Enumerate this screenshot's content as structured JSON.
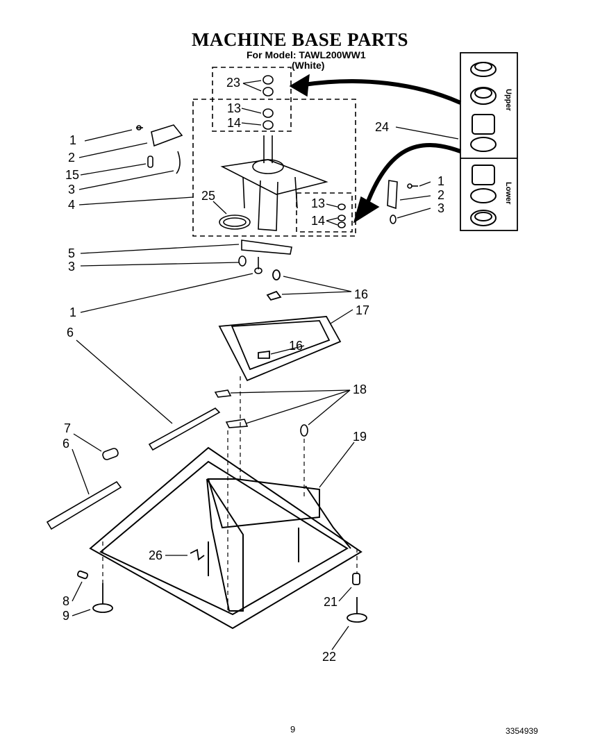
{
  "header": {
    "title": "MACHINE BASE PARTS",
    "model": "For Model: TAWL200WW1",
    "color": "(White)"
  },
  "inset": {
    "upper": "Upper",
    "lower": "Lower"
  },
  "callouts": {
    "c1a": "1",
    "c2a": "2",
    "c15": "15",
    "c3a": "3",
    "c4": "4",
    "c25": "25",
    "c23": "23",
    "c13a": "13",
    "c14a": "14",
    "c24": "24",
    "c1b": "1",
    "c2b": "2",
    "c3b": "3",
    "c13b": "13",
    "c14b": "14",
    "c5": "5",
    "c3c": "3",
    "c1c": "1",
    "c16a": "16",
    "c17": "17",
    "c16b": "16",
    "c6a": "6",
    "c18": "18",
    "c7": "7",
    "c6b": "6",
    "c19": "19",
    "c26": "26",
    "c8": "8",
    "c9": "9",
    "c21": "21",
    "c22": "22"
  },
  "footer": {
    "page": "9",
    "doc": "3354939"
  }
}
